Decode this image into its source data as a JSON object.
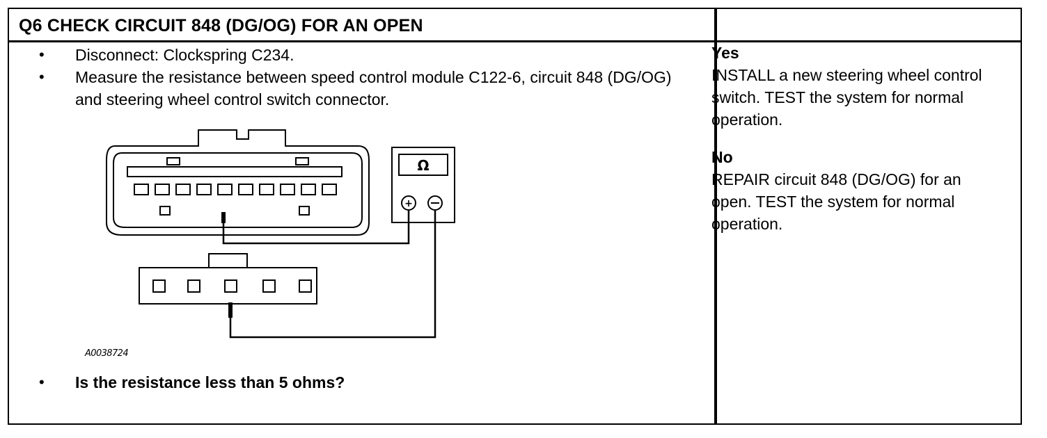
{
  "header": {
    "title": "Q6 CHECK CIRCUIT 848 (DG/OG) FOR AN OPEN"
  },
  "steps": [
    {
      "text": "Disconnect: Clockspring C234."
    },
    {
      "text": "Measure the resistance between speed control module C122-6, circuit 848 (DG/OG) and steering wheel control switch connector."
    }
  ],
  "diagram": {
    "meter_symbol": "Ω",
    "figure_code": "A0038724"
  },
  "question": "Is the resistance less than 5 ohms?",
  "results": {
    "yes_label": "Yes",
    "yes_text": "INSTALL a new steering wheel control switch. TEST the system for normal operation.",
    "no_label": "No",
    "no_text": "REPAIR circuit 848 (DG/OG) for an open. TEST the system for normal operation."
  }
}
